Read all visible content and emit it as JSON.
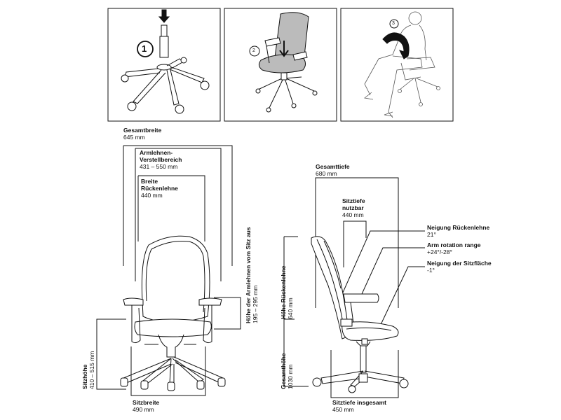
{
  "steps": [
    "1",
    "2",
    "3"
  ],
  "front": {
    "gesamtbreite": {
      "label": "Gesamtbreite",
      "value": "645 mm"
    },
    "armlehnen": {
      "label1": "Armlehnen-",
      "label2": "Verstellbereich",
      "value": "431 – 550 mm"
    },
    "breite_ruecken": {
      "label1": "Breite",
      "label2": "Rückenlehne",
      "value": "440 mm"
    },
    "hoehe_armlehnen": {
      "label": "Höhe der Armlehnen vom Sitz aus",
      "value": "195 – 295 mm"
    },
    "sitzhoehe": {
      "label": "Sitzhöhe",
      "value": "410 – 515 mm"
    },
    "sitzbreite": {
      "label": "Sitzbreite",
      "value": "490 mm"
    }
  },
  "side": {
    "gesamttiefe": {
      "label": "Gesamttiefe",
      "value": "680 mm"
    },
    "sitztiefe_nutzbar": {
      "label1": "Sitztiefe",
      "label2": "nutzbar",
      "value": "440 mm"
    },
    "neigung_ruecken": {
      "label": "Neigung Rückenlehne",
      "value": "21°"
    },
    "arm_rotation": {
      "label": "Arm rotation range",
      "value": "+24°/-28°"
    },
    "neigung_sitz": {
      "label": "Neigung der Sitzfläche",
      "value": "-1°"
    },
    "hoehe_ruecken": {
      "label": "Höhe Rückenlehne",
      "value": "640 mm"
    },
    "gesamthoehe": {
      "label": "Gesamthöhe",
      "value": "1030 mm"
    },
    "sitztiefe_gesamt": {
      "label": "Sitztiefe insgesamt",
      "value": "450 mm"
    }
  }
}
